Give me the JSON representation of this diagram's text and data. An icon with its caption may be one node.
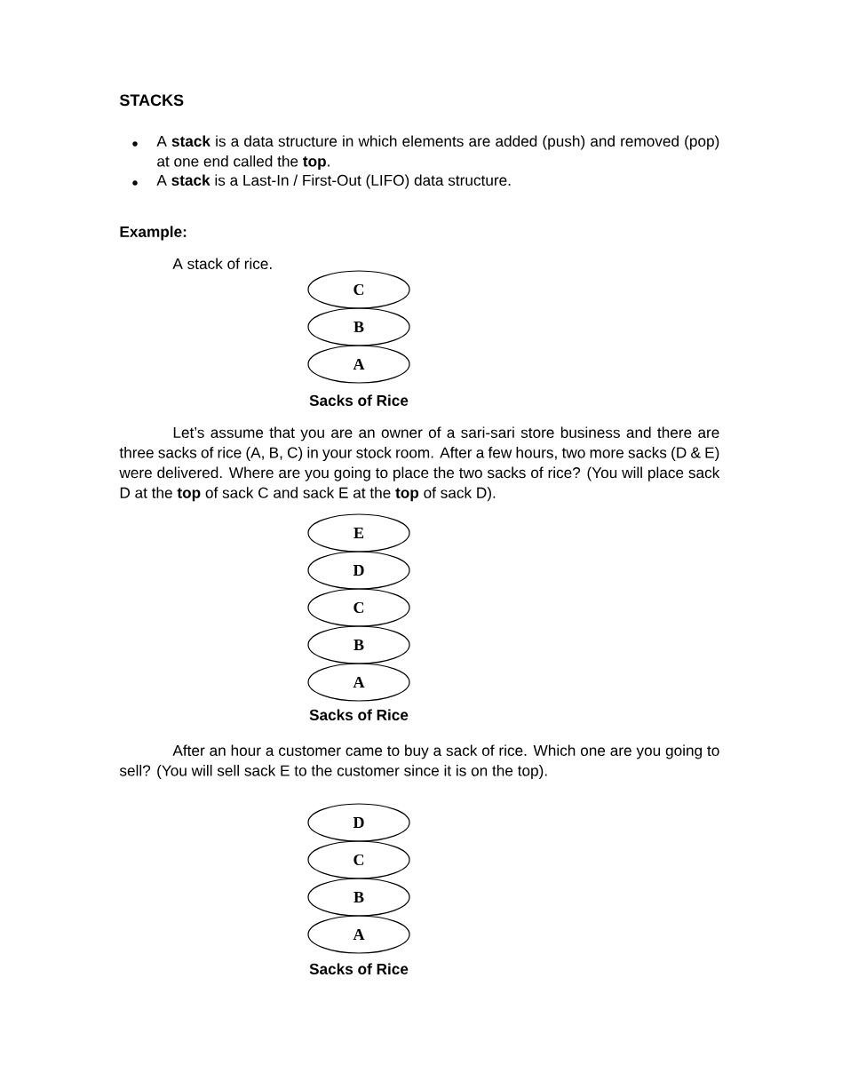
{
  "diagram": {
    "title": "STACKS",
    "nodes": [
      {
        "text": [
          "C"
        ]
      },
      {
        "text": [
          "B"
        ]
      },
      {
        "text": [
          "A"
        ]
      },
      {
        "text": [
          "E"
        ]
      },
      {
        "text": [
          "D"
        ]
      },
      {
        "text": [
          "C"
        ]
      },
      {
        "text": [
          "B"
        ]
      },
      {
        "text": [
          "A"
        ]
      },
      {
        "text": [
          "D"
        ]
      },
      {
        "text": [
          "C"
        ]
      },
      {
        "text": [
          "B"
        ]
      },
      {
        "text": [
          "A"
        ]
      }
    ],
    "edges": [],
    "labels": [
      "A **stack** is a data structure in which elements are added (push) and removed (pop) at one end called the **top**.",
      "A **stack** is a Last-In / First-Out (LIFO) data structure.",
      "Example:",
      "A stack of rice.",
      "Sacks of Rice",
      "Let’s assume that you are an owner of a sari-sari store business and there are three sacks of rice (A, B, C) in your stock room.  After a few hours, two more sacks (D & E) were delivered.  Where are you going to place the two sacks of rice? (You will place sack D at the **top** of sack C and sack E at the **top** of sack D).",
      "Sacks of Rice",
      "After an hour a customer came to buy a sack of rice. Which one are you going to sell? (You will sell sack E to the customer since it is on the top).",
      "Sacks of Rice"
    ]
  }
}
